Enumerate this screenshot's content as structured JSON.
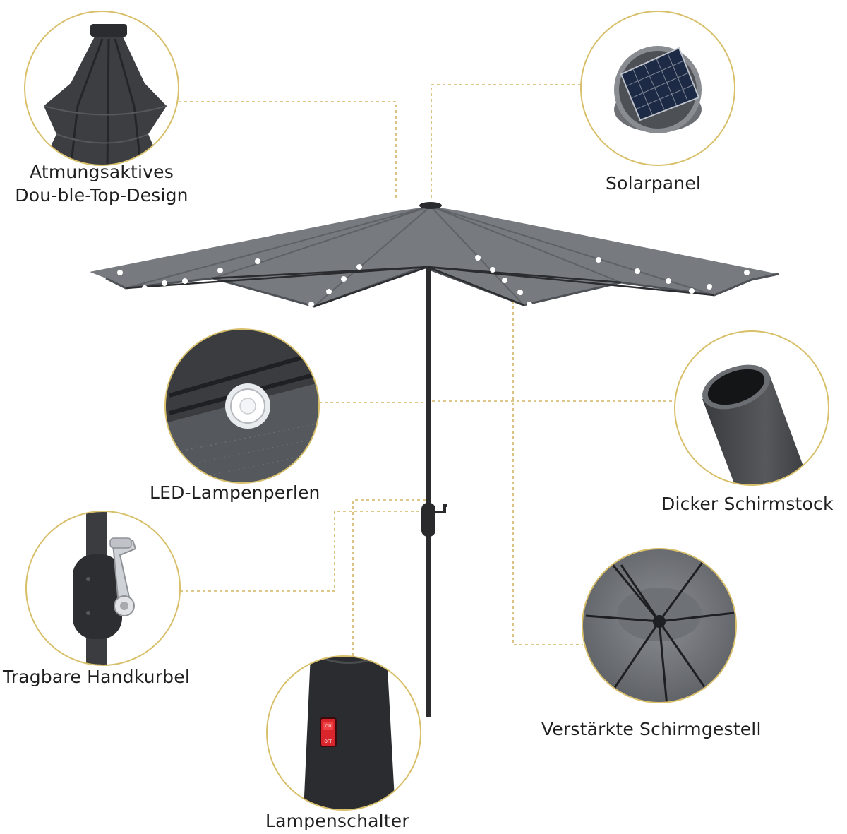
{
  "features": {
    "double_top": {
      "line1": "Atmungsaktives",
      "line2": "Dou-ble-Top-Design"
    },
    "solar_panel": "Solarpanel",
    "led_beads": "LED-Lampenperlen",
    "thick_pole": "Dicker Schirmstock",
    "hand_crank": "Tragbare Handkurbel",
    "frame": "Verstärkte Schirmgestell",
    "lamp_switch": "Lampenschalter",
    "switch_on": "ON",
    "switch_off": "OFF"
  },
  "colors": {
    "canopy": "#777b80",
    "canopy_dark": "#5e6166",
    "pole": "#2c2c2e",
    "circle_border": "#d8bf6a",
    "leader_line": "#d2b564",
    "led": "#ffffff",
    "switch_red": "#d9262c"
  }
}
